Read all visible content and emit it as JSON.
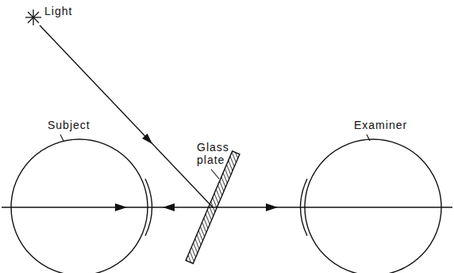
{
  "diagram": {
    "labels": [
      "Light",
      "Subject",
      "Glass plate",
      "Examiner"
    ]
  }
}
